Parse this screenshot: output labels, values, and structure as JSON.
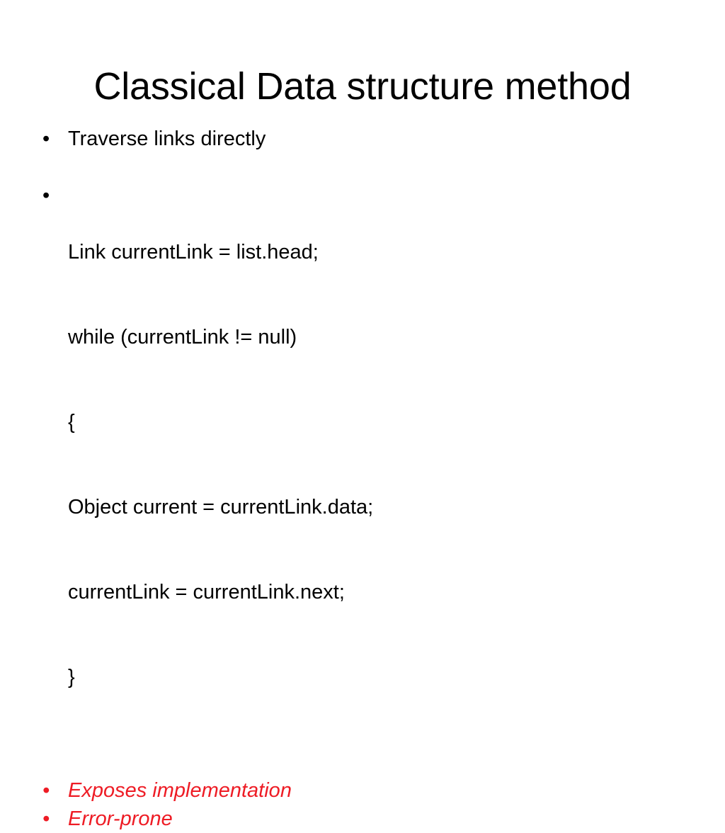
{
  "slide": {
    "title": "Classical Data structure method",
    "background_color": "#ffffff",
    "text_color": "#000000",
    "accent_color": "#ee1c25",
    "bullet_glyph": "•",
    "items": [
      {
        "id": "traverse",
        "text": "Traverse links directly",
        "style": "normal"
      },
      {
        "id": "code-block",
        "style": "normal",
        "lines": [
          "Link currentLink = list.head;",
          "while (currentLink != null)",
          "{",
          "Object current = currentLink.data;",
          "currentLink = currentLink.next;",
          "}"
        ]
      },
      {
        "id": "exposes",
        "text": "Exposes implementation",
        "style": "red-italic"
      },
      {
        "id": "error-prone",
        "text": "Error-prone",
        "style": "red-italic"
      }
    ]
  }
}
